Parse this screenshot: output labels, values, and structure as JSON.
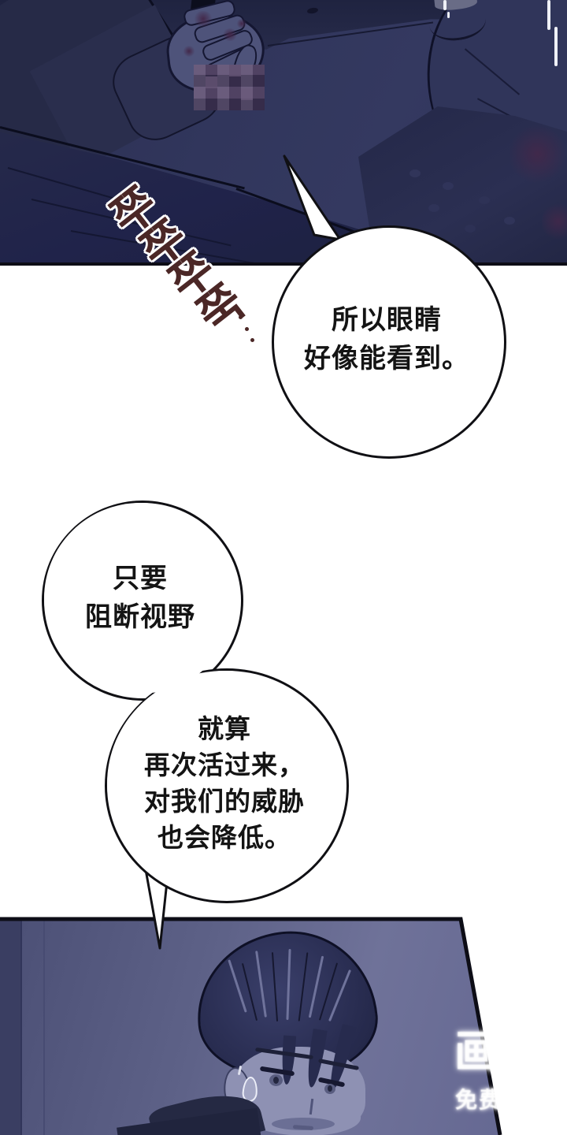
{
  "sfx": {
    "text": "쭈쭈쭈쭉",
    "chars": [
      "쭈",
      "쭈",
      "쭈",
      "쭉"
    ],
    "color": "#4b2726",
    "outline_color": "#ffffff"
  },
  "bubbles": {
    "b1": {
      "lines": [
        "所以眼睛",
        "好像能看到。"
      ]
    },
    "b2": {
      "lines": [
        "只要",
        "阻断视野"
      ]
    },
    "b3": {
      "lines": [
        "就算",
        "再次活过来，",
        "对我们的威胁",
        "也会降低。"
      ]
    }
  },
  "watermark": {
    "logo": "画涯",
    "subtitle": "免费漫画"
  },
  "colors": {
    "page_bg": "#ffffff",
    "panel_border": "#0d0d16",
    "top_panel_bg": "#31365c",
    "bottom_panel_bg": "#5d6187",
    "sfx_color": "#4b2726",
    "skin_tone": "#8e91b3",
    "hair_color": "#2b2f54",
    "blood_color": "#43284a",
    "bubble_fill": "#ffffff",
    "bubble_text": "#141414",
    "watermark_color": "#ffffff"
  }
}
